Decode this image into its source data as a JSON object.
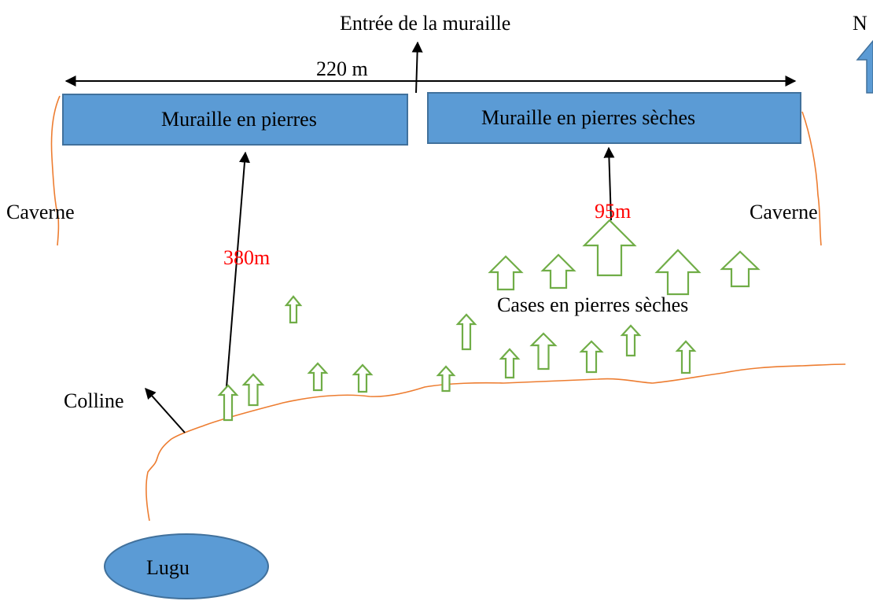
{
  "title": "Entrée de la muraille",
  "north": "N",
  "width_label": "220 m",
  "walls": {
    "left": "Muraille en pierres",
    "right": "Muraille en pierres sèches"
  },
  "caves": {
    "left": "Caverne",
    "right": "Caverne"
  },
  "distances": {
    "left": "380m",
    "right": "95m"
  },
  "huts_label": "Cases en pierres sèches",
  "hill_label": "Colline",
  "lake_label": "Lugu",
  "colors": {
    "wall_fill": "#5b9bd5",
    "wall_stroke": "#41719c",
    "hut_stroke": "#70ad47",
    "contour": "#ed7d31",
    "distance_text": "#ff0000"
  }
}
